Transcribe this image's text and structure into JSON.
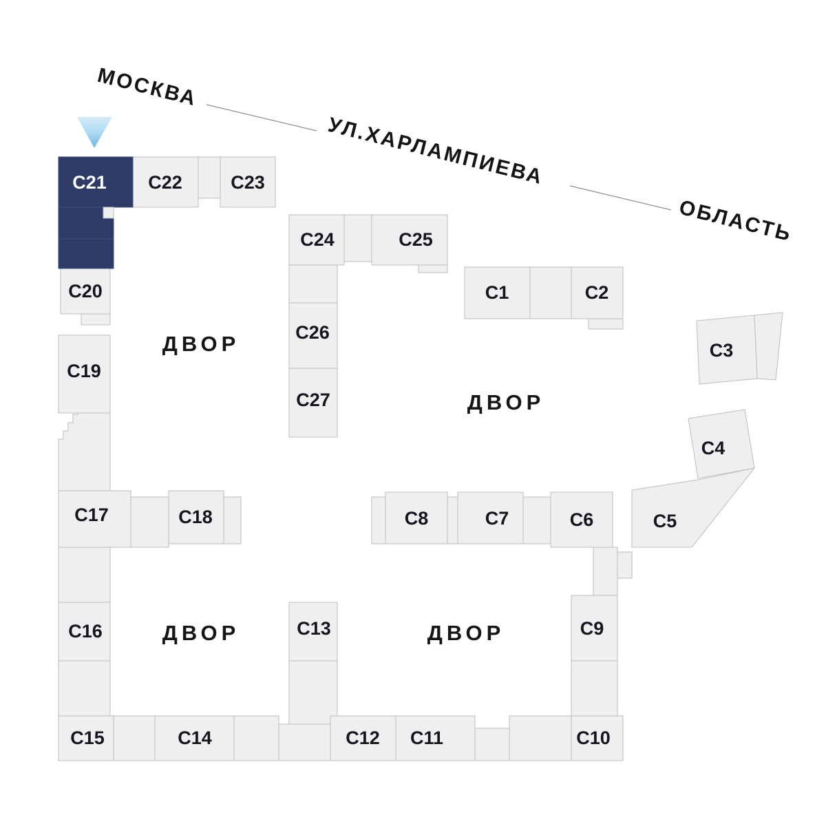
{
  "street": {
    "name": "УЛ.ХАРЛАМПИЕВА",
    "city_label": "МОСКВА",
    "region_label": "ОБЛАСТЬ"
  },
  "selected_building": "С21",
  "courtyard_labels": [
    "ДВОР",
    "ДВОР",
    "ДВОР",
    "ДВОР"
  ],
  "buildings": {
    "c1": {
      "label": "С1"
    },
    "c2": {
      "label": "С2"
    },
    "c3": {
      "label": "С3"
    },
    "c4": {
      "label": "С4"
    },
    "c5": {
      "label": "С5"
    },
    "c6": {
      "label": "С6"
    },
    "c7": {
      "label": "С7"
    },
    "c8": {
      "label": "С8"
    },
    "c9": {
      "label": "С9"
    },
    "c10": {
      "label": "С10"
    },
    "c11": {
      "label": "С11"
    },
    "c12": {
      "label": "С12"
    },
    "c13": {
      "label": "С13"
    },
    "c14": {
      "label": "С14"
    },
    "c15": {
      "label": "С15"
    },
    "c16": {
      "label": "С16"
    },
    "c17": {
      "label": "С17"
    },
    "c18": {
      "label": "С18"
    },
    "c19": {
      "label": "С19"
    },
    "c20": {
      "label": "С20"
    },
    "c21": {
      "label": "С21"
    },
    "c22": {
      "label": "С22"
    },
    "c23": {
      "label": "С23"
    },
    "c24": {
      "label": "С24"
    },
    "c25": {
      "label": "С25"
    },
    "c26": {
      "label": "С26"
    },
    "c27": {
      "label": "С27"
    }
  },
  "colors": {
    "highlight": "#2d3b66",
    "highlight_stroke": "#3f4e7c",
    "building_fill": "#efefef",
    "building_stroke": "#bdbdbd",
    "marker_top": "#d4ebf8",
    "marker_bottom": "#6fb3dc",
    "text": "#141414"
  }
}
